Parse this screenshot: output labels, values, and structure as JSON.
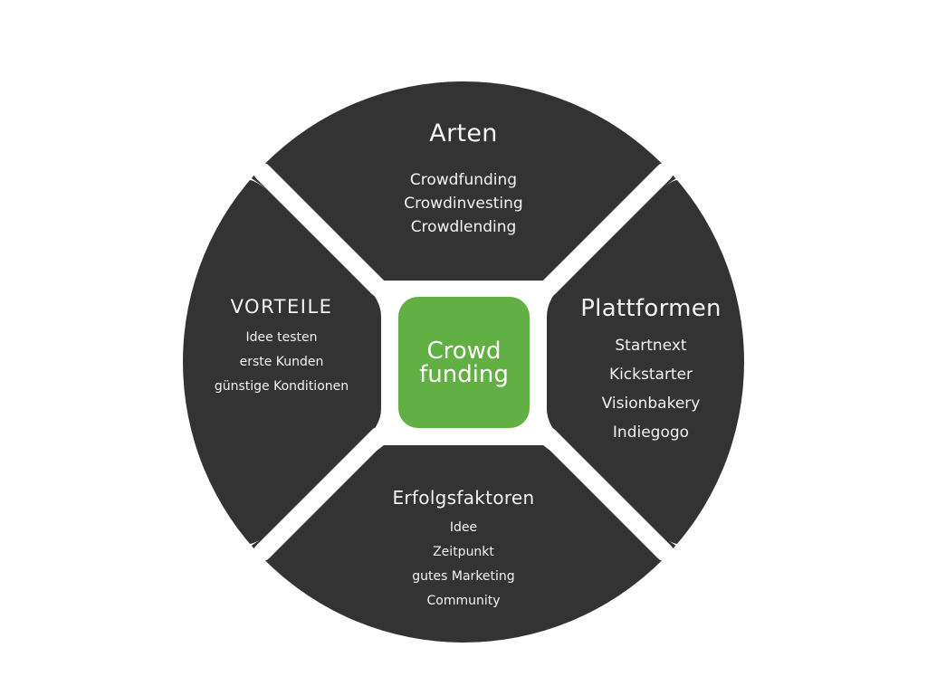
{
  "colors": {
    "segment": "#333333",
    "center": "#62b044",
    "background": "#ffffff",
    "text": "#f4f4f4"
  },
  "center": {
    "line1": "Crowd",
    "line2": "funding"
  },
  "segments": {
    "top": {
      "title": "Arten",
      "items": [
        "Crowdfunding",
        "Crowdinvesting",
        "Crowdlending"
      ]
    },
    "left": {
      "title": "VORTEILE",
      "items": [
        "Idee testen",
        "erste Kunden",
        "günstige Konditionen"
      ]
    },
    "right": {
      "title": "Plattformen",
      "items": [
        "Startnext",
        "Kickstarter",
        "Visionbakery",
        "Indiegogo"
      ]
    },
    "bottom": {
      "title": "Erfolgsfaktoren",
      "items": [
        "Idee",
        "Zeitpunkt",
        "gutes Marketing",
        "Community"
      ]
    }
  }
}
